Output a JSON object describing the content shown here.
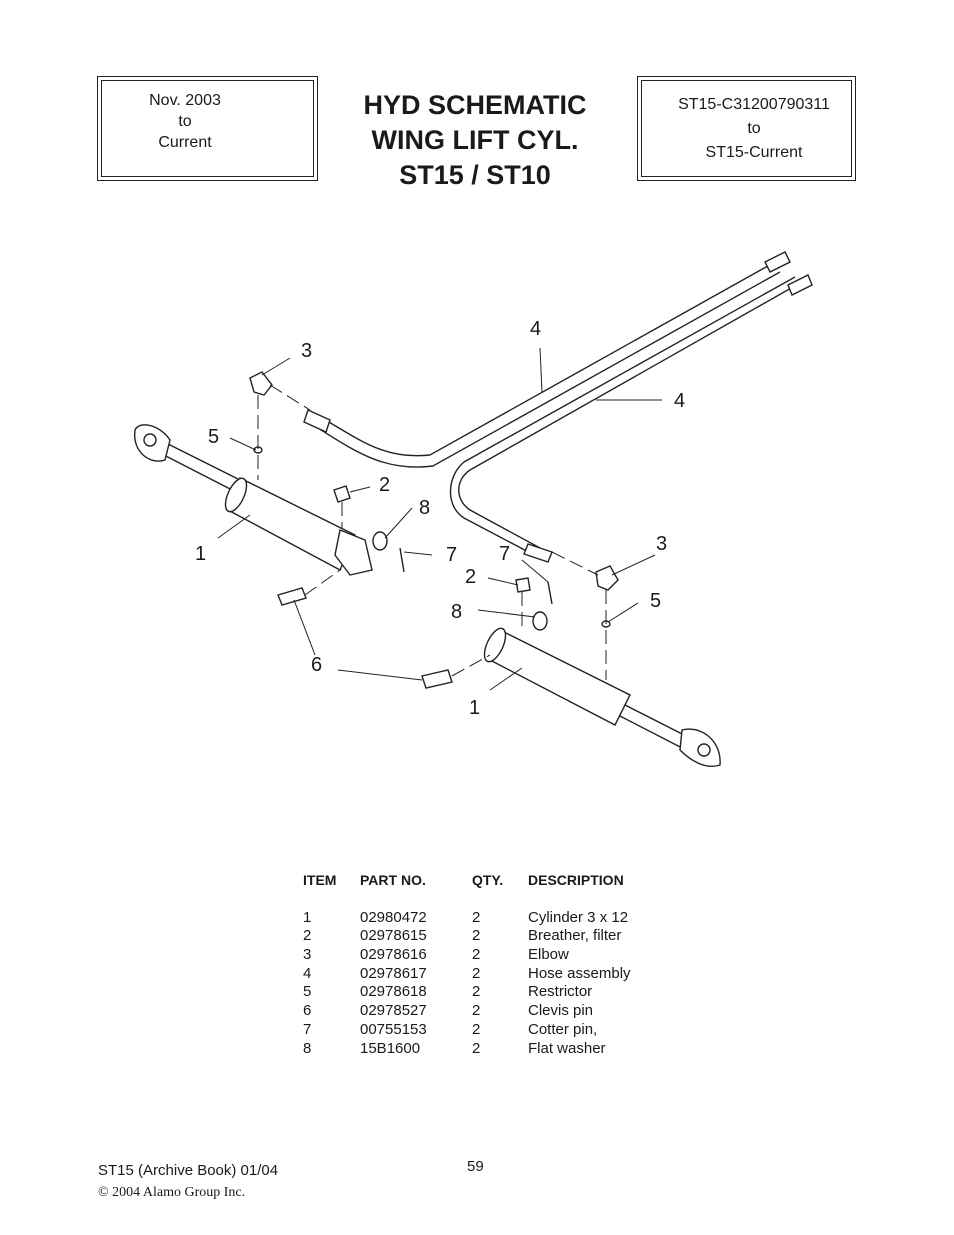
{
  "header": {
    "left_box": [
      "Nov. 2003",
      "to",
      "Current"
    ],
    "title_lines": [
      "HYD SCHEMATIC",
      "WING LIFT CYL.",
      "ST15 / ST10"
    ],
    "right_box": [
      "ST15-C31200790311",
      "to",
      "ST15-Current"
    ]
  },
  "diagram": {
    "callouts": [
      "1",
      "2",
      "3",
      "4",
      "4",
      "5",
      "7",
      "8",
      "1",
      "2",
      "3",
      "5",
      "6",
      "7",
      "8"
    ]
  },
  "parts_table": {
    "headers": [
      "ITEM",
      "PART NO.",
      "QTY.",
      "DESCRIPTION"
    ],
    "rows": [
      [
        "1",
        "02980472",
        "2",
        "Cylinder 3 x 12"
      ],
      [
        "2",
        "02978615",
        "2",
        "Breather, filter"
      ],
      [
        "3",
        "02978616",
        "2",
        "Elbow"
      ],
      [
        "4",
        "02978617",
        "2",
        "Hose assembly"
      ],
      [
        "5",
        "02978618",
        "2",
        "Restrictor"
      ],
      [
        "6",
        "02978527",
        "2",
        "Clevis pin"
      ],
      [
        "7",
        "00755153",
        "2",
        "Cotter pin,"
      ],
      [
        "8",
        "15B1600",
        "2",
        "Flat washer"
      ]
    ]
  },
  "footer": {
    "book": "ST15  (Archive Book) 01/04",
    "copyright": "© 2004 Alamo Group Inc.",
    "page_number": "59"
  }
}
